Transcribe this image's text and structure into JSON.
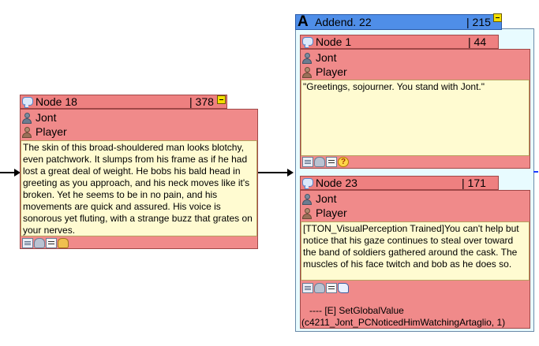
{
  "node18": {
    "title": "Node 18",
    "id": "| 378",
    "speaker": "Jont",
    "listener": "Player",
    "text": "The skin of this broad-shouldered man looks blotchy, even patchwork. It slumps from his frame as if he had lost a great deal of weight. He bobs his bald head in greeting as you approach, and his neck moves like it's broken. Yet he seems to be in no pain, and his movements are quick and assured. His voice is sonorous yet fluting, with a strange buzz that grates on your nerves.",
    "icons": [
      "document-icon",
      "database-icon",
      "script-icon",
      "hand-icon"
    ]
  },
  "addend": {
    "letter": "A",
    "title": "Addend. 22",
    "id": "| 215"
  },
  "node1": {
    "title": "Node 1",
    "id": "| 44",
    "speaker": "Jont",
    "listener": "Player",
    "text": "\"Greetings, sojourner. You stand with Jont.\"",
    "icons": [
      "document-icon",
      "database-icon",
      "script-icon",
      "question-icon"
    ]
  },
  "node23": {
    "title": "Node 23",
    "id": "| 171",
    "speaker": "Jont",
    "listener": "Player",
    "text": "[TTON_VisualPerception Trained]You can't help but notice that his gaze continues to steal over toward the band of soldiers gathered around the cask. The muscles of his face twitch and bob as he does so.",
    "icons": [
      "document-icon",
      "database-icon",
      "script-icon",
      "scroll-icon"
    ],
    "script_line1": "----  [E] SetGlobalValue",
    "script_line2": "(c4211_Jont_PCNoticedHimWatchingArtaglio, 1)"
  },
  "colors": {
    "node_fill": "#f08a8a",
    "text_fill": "#fffbd1",
    "addend_header": "#4f8ee8",
    "addend_body": "#e8fbff",
    "collapse_button": "#f4e000",
    "connector": "#000000",
    "link_accent": "#1a3cff"
  }
}
